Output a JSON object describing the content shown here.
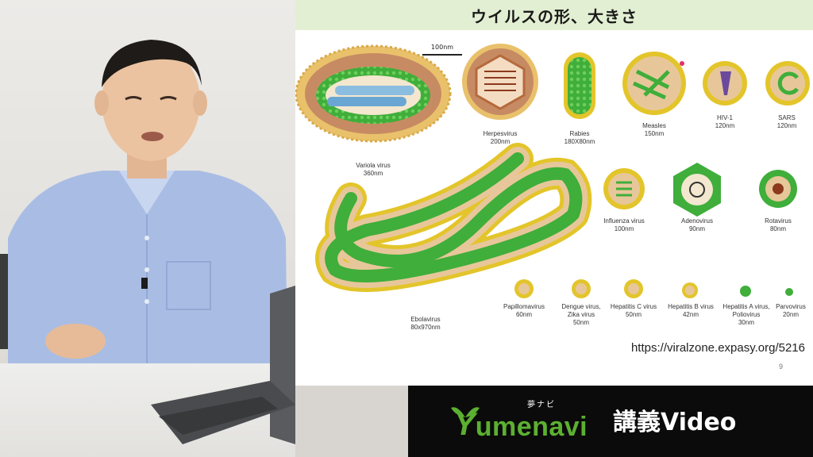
{
  "slide": {
    "title": "ウイルスの形、大きさ",
    "scale_bar_label": "100nm",
    "source_url": "https://viralzone.expasy.org/5216",
    "page_number": "9",
    "viruses": [
      {
        "id": "variola",
        "name": "Variola virus",
        "size": "360nm"
      },
      {
        "id": "herpes",
        "name": "Herpesvirus",
        "size": "200nm"
      },
      {
        "id": "rabies",
        "name": "Rabies",
        "size": "180X80nm"
      },
      {
        "id": "measles",
        "name": "Measles",
        "size": "150nm"
      },
      {
        "id": "hiv",
        "name": "HIV-1",
        "size": "120nm"
      },
      {
        "id": "sars",
        "name": "SARS",
        "size": "120nm"
      },
      {
        "id": "influenza",
        "name": "Influenza virus",
        "size": "100nm"
      },
      {
        "id": "adeno",
        "name": "Adenovirus",
        "size": "90nm"
      },
      {
        "id": "rota",
        "name": "Rotavirus",
        "size": "80nm"
      },
      {
        "id": "ebola",
        "name": "Ebolavirus",
        "size": "80x970nm"
      },
      {
        "id": "papilloma",
        "name": "Papillomavirus",
        "size": "60nm"
      },
      {
        "id": "dengue",
        "name": "Dengue virus,",
        "name2": "Zika virus",
        "size": "50nm"
      },
      {
        "id": "hepc",
        "name": "Hepatitis C virus",
        "size": "50nm"
      },
      {
        "id": "hepb",
        "name": "Hepatitis B virus",
        "size": "42nm"
      },
      {
        "id": "hepa",
        "name": "Hepatitis A virus,",
        "name2": "Poliovirus",
        "size": "30nm"
      },
      {
        "id": "parvo",
        "name": "Parvovirus",
        "size": "20nm"
      }
    ]
  },
  "branding": {
    "logo_initial": "Y",
    "logo_rest": "umenavi",
    "kana": "夢ナビ",
    "suffix": "講義Video",
    "logo_color": "#5cb031"
  },
  "colors": {
    "slide_title_bg": "#e3efd3",
    "capsid_green": "#3fae3a",
    "envelope_tan": "#e7c79a",
    "spike_yellow": "#e3c52b",
    "brand_bar_bg": "#0b0b0b"
  }
}
